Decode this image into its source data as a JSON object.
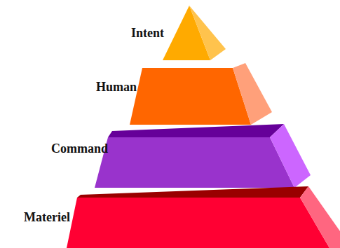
{
  "diagram": {
    "nodes": [
      {
        "text": [
          "Intent"
        ]
      },
      {
        "text": [
          "Human"
        ]
      },
      {
        "text": [
          "Command"
        ]
      },
      {
        "text": [
          "Materiel"
        ]
      }
    ]
  }
}
